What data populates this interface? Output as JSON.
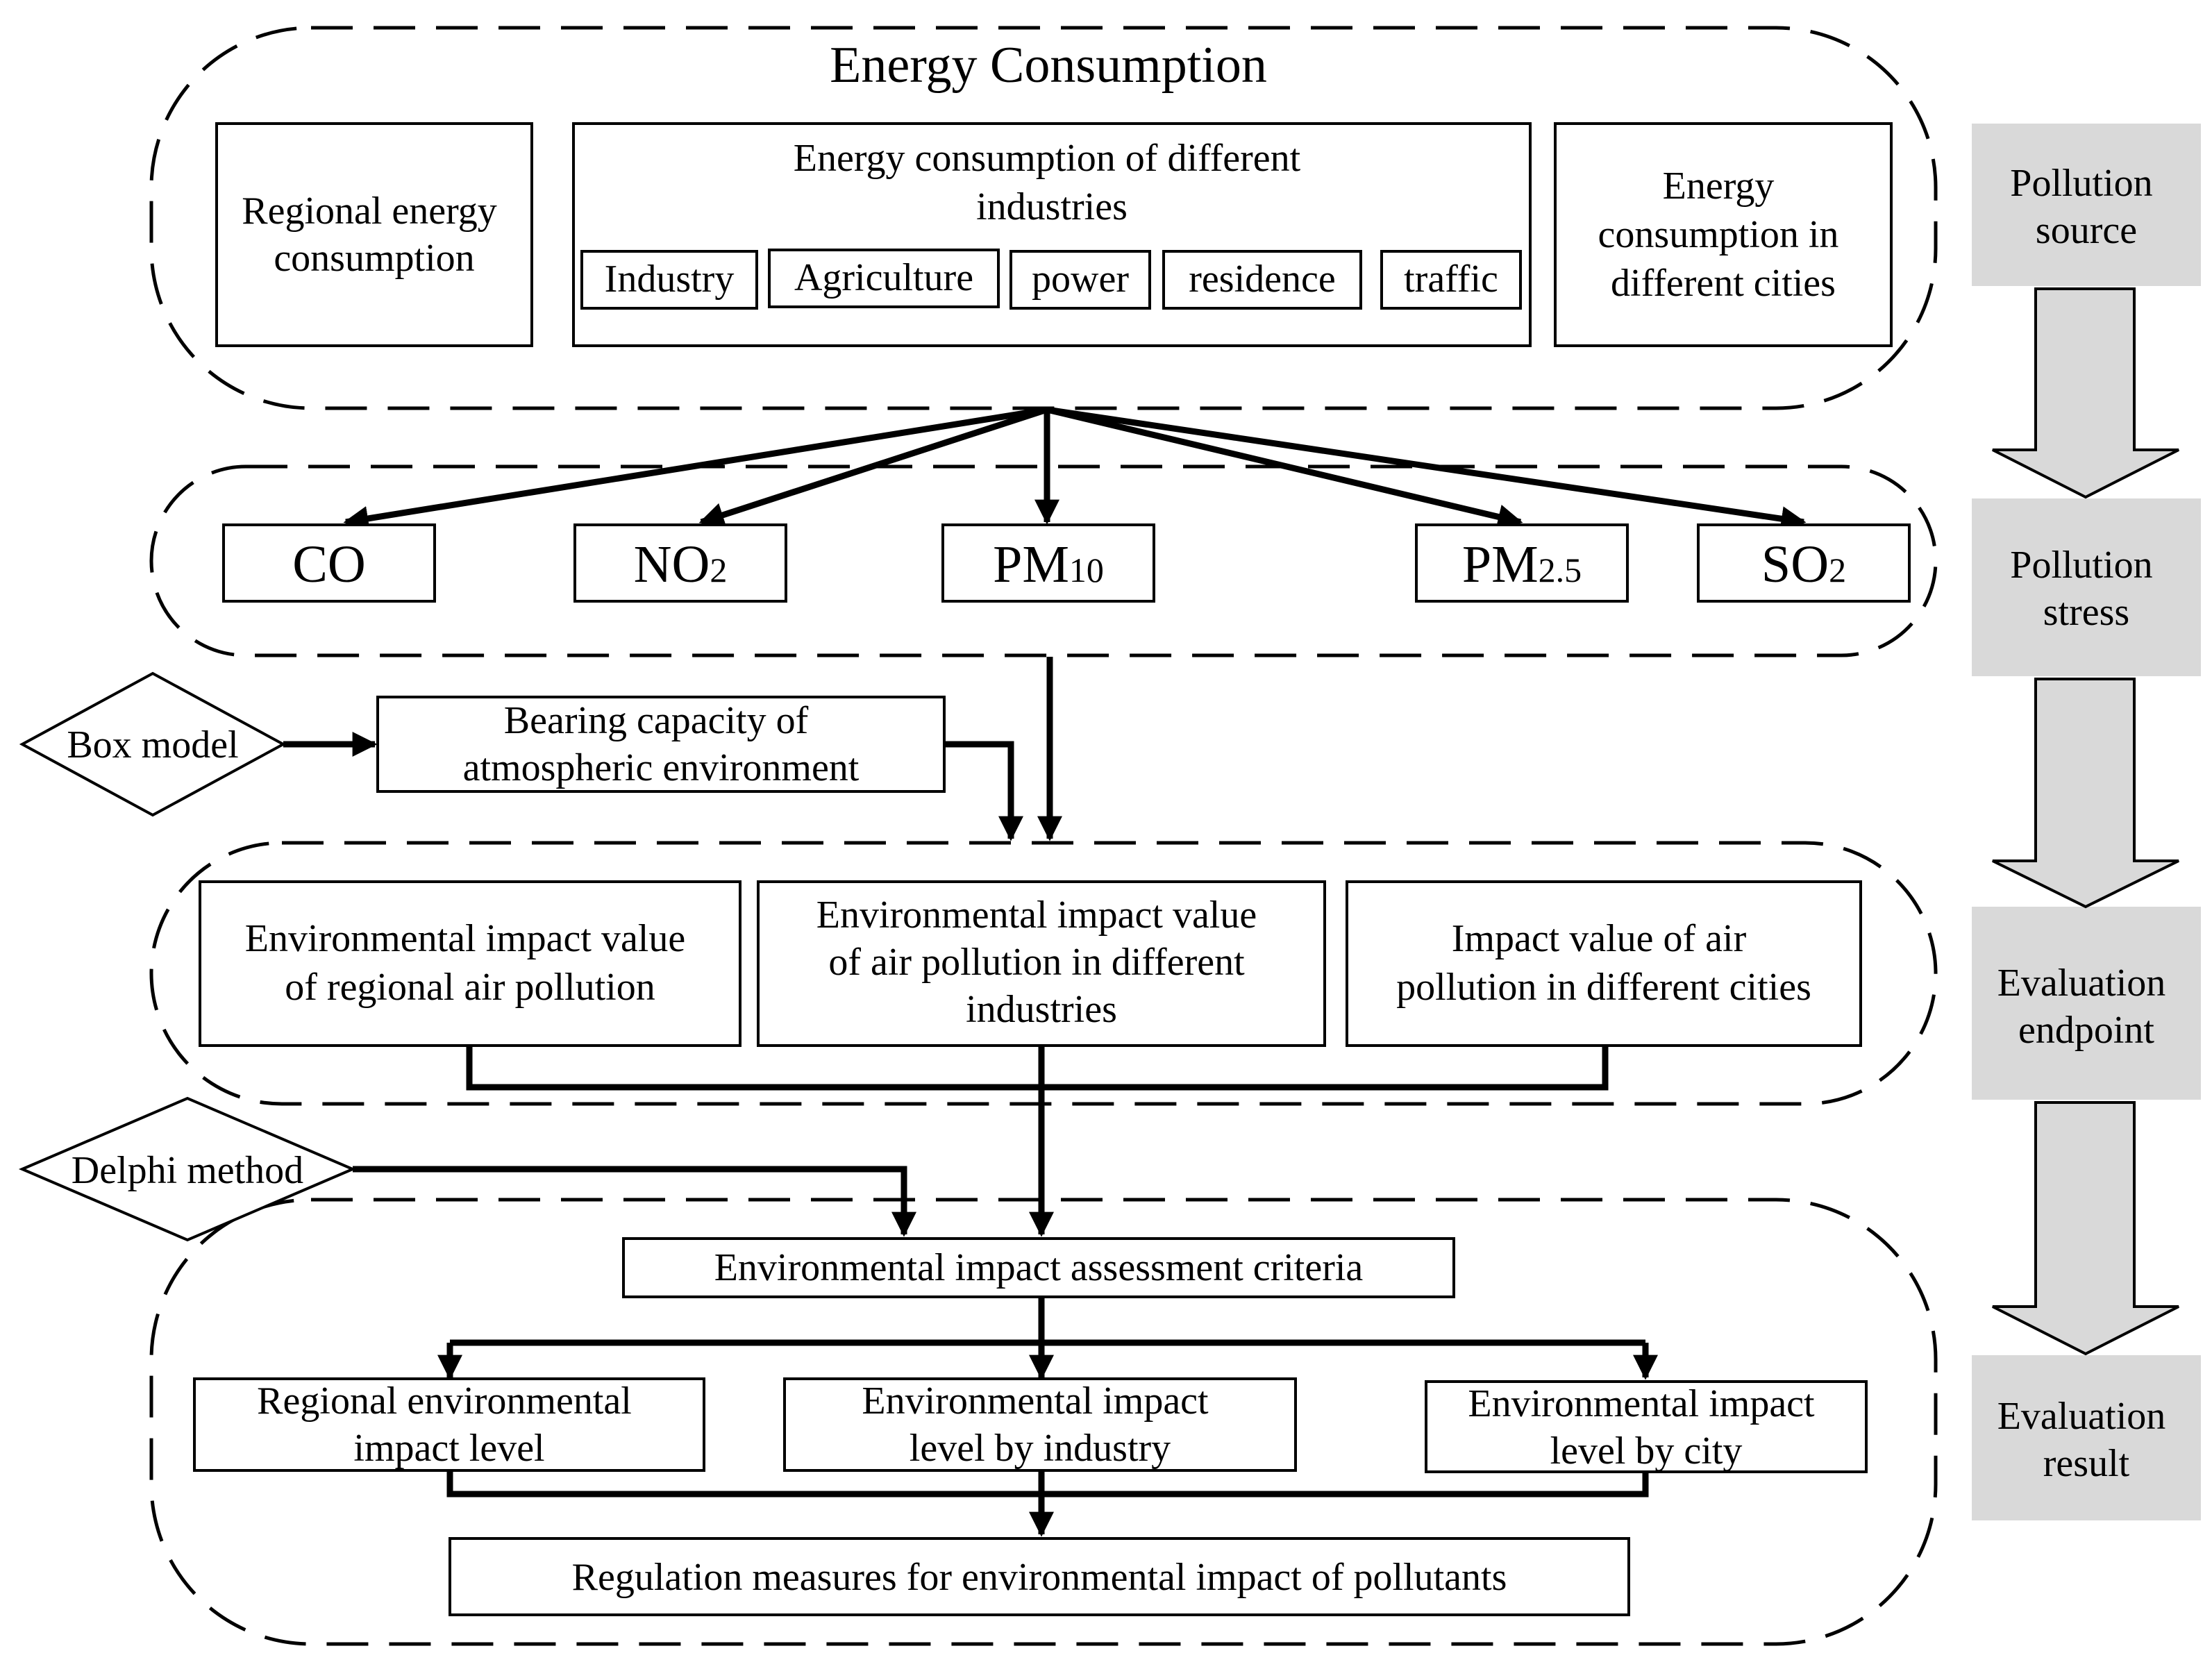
{
  "energy": {
    "title": "Energy Consumption",
    "regional": [
      "Regional energy",
      "consumption"
    ],
    "industries": [
      "Energy consumption of different",
      "industries"
    ],
    "sectors": [
      "Industry",
      "Agriculture",
      "power",
      "residence",
      "traffic"
    ],
    "cities": [
      "Energy",
      "consumption in",
      "different cities"
    ]
  },
  "pollutants": [
    {
      "main": "CO",
      "sub": ""
    },
    {
      "main": "NO",
      "sub": "2"
    },
    {
      "main": "PM",
      "sub": "10"
    },
    {
      "main": "PM",
      "sub": "2.5"
    },
    {
      "main": "SO",
      "sub": "2"
    }
  ],
  "box_model": {
    "method": "Box model",
    "capacity": [
      "Bearing capacity of",
      "atmospheric environment"
    ]
  },
  "impact": {
    "regional": [
      "Environmental impact value",
      "of regional air pollution"
    ],
    "industries": [
      "Environmental impact value",
      "of air pollution in different",
      "industries"
    ],
    "cities": [
      "Impact value of air",
      "pollution in different cities"
    ]
  },
  "delphi": {
    "method": "Delphi method",
    "criteria": "Environmental impact assessment criteria",
    "levels": {
      "regional": [
        "Regional environmental",
        "impact level"
      ],
      "industry": [
        "Environmental impact",
        "level by industry"
      ],
      "city": [
        "Environmental impact",
        "level by city"
      ]
    },
    "regulation": "Regulation measures for environmental impact of pollutants"
  },
  "stages": [
    [
      "Pollution",
      "source"
    ],
    [
      "Pollution",
      "stress"
    ],
    [
      "Evaluation",
      "endpoint"
    ],
    [
      "Evaluation",
      "result"
    ]
  ],
  "colors": {
    "stage_fill": "#d9d9d9",
    "arrow_fill": "#d9d9d9",
    "stroke": "#000000"
  }
}
